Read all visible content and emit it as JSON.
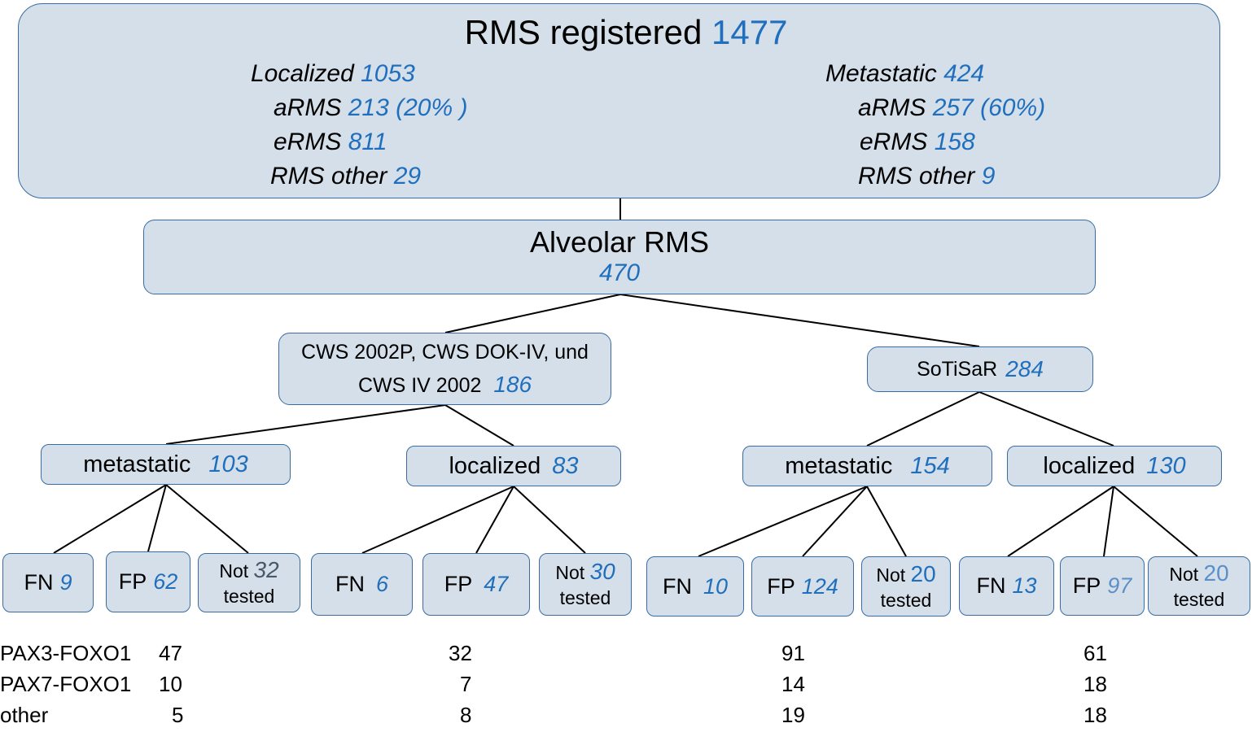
{
  "top": {
    "title": "RMS  registered",
    "total": "1477",
    "localized": {
      "label": "Localized",
      "value": "1053",
      "rows": [
        {
          "label": "aRMS",
          "value": "213 (20% )"
        },
        {
          "label": "eRMS",
          "value": "811"
        },
        {
          "label": "RMS other",
          "value": "29"
        }
      ]
    },
    "metastatic": {
      "label": "Metastatic",
      "value": "424",
      "rows": [
        {
          "label": "aRMS",
          "value": "257 (60%)"
        },
        {
          "label": "eRMS",
          "value": "158"
        },
        {
          "label": "RMS other",
          "value": "9"
        }
      ]
    }
  },
  "alveolar": {
    "title": "Alveolar RMS",
    "value": "470"
  },
  "cws": {
    "line1": "CWS 2002P, CWS DOK-IV,  und",
    "line2": "CWS IV 2002",
    "value": "186"
  },
  "sotisar": {
    "label": "SoTiSaR",
    "value": "284"
  },
  "groups": [
    {
      "label": "metastatic",
      "value": "103"
    },
    {
      "label": "localized",
      "value": "83"
    },
    {
      "label": "metastatic",
      "value": "154"
    },
    {
      "label": "localized",
      "value": "130"
    }
  ],
  "leaves": [
    {
      "fn": "9",
      "fp": "62",
      "not": "32"
    },
    {
      "fn": "6",
      "fp": "47",
      "not": "30"
    },
    {
      "fn": "10",
      "fp": "124",
      "not": "20"
    },
    {
      "fn": "13",
      "fp": "97",
      "not": "20"
    }
  ],
  "leaf_labels": {
    "fn": "FN",
    "fp": "FP",
    "not": "Not",
    "tested": "tested"
  },
  "table": {
    "rows": [
      {
        "label": "PAX3-FOXO1",
        "values": [
          "47",
          "32",
          "91",
          "61"
        ]
      },
      {
        "label": "PAX7-FOXO1",
        "values": [
          "10",
          "7",
          "14",
          "18"
        ]
      },
      {
        "label": "other",
        "values": [
          "5",
          "8",
          "19",
          "18"
        ]
      }
    ]
  },
  "colors": {
    "box_fill": "#d5dfea",
    "box_border": "#3a6ca1",
    "number_blue": "#1f6fbd"
  }
}
